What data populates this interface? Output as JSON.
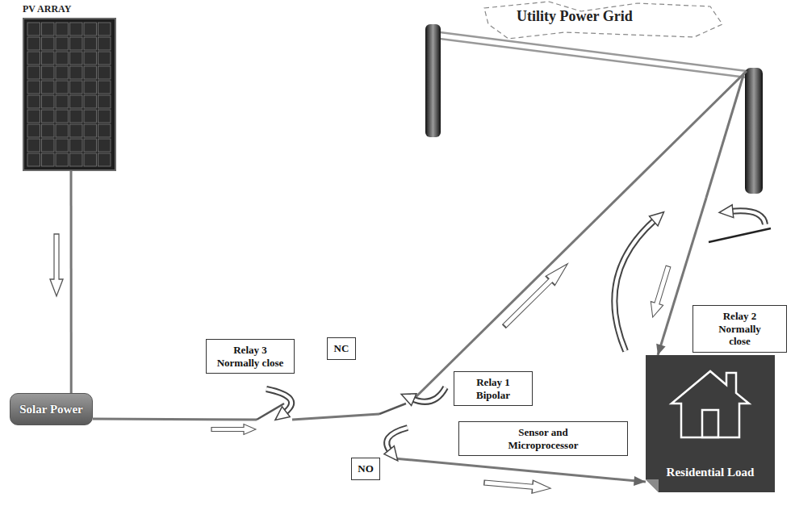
{
  "diagram": {
    "nodes": [
      {
        "text": [
          "PV ARRAY"
        ]
      },
      {
        "text": [
          "Utility Power Grid"
        ]
      },
      {
        "text": [
          "Solar Power"
        ]
      },
      {
        "text": [
          "Relay 3 Normally close"
        ]
      },
      {
        "text": [
          "NC"
        ]
      },
      {
        "text": [
          "Relay 1 Bipolar"
        ]
      },
      {
        "text": [
          "NO"
        ]
      },
      {
        "text": [
          "Sensor and Microprocessor"
        ]
      },
      {
        "text": [
          "Relay 2 Normally close"
        ]
      },
      {
        "text": [
          "Residential Load"
        ]
      }
    ],
    "edges": [
      {
        "from": 0,
        "to": 2,
        "arrow": "none"
      },
      {
        "from": 1,
        "to": 9,
        "arrow": "to"
      }
    ]
  }
}
